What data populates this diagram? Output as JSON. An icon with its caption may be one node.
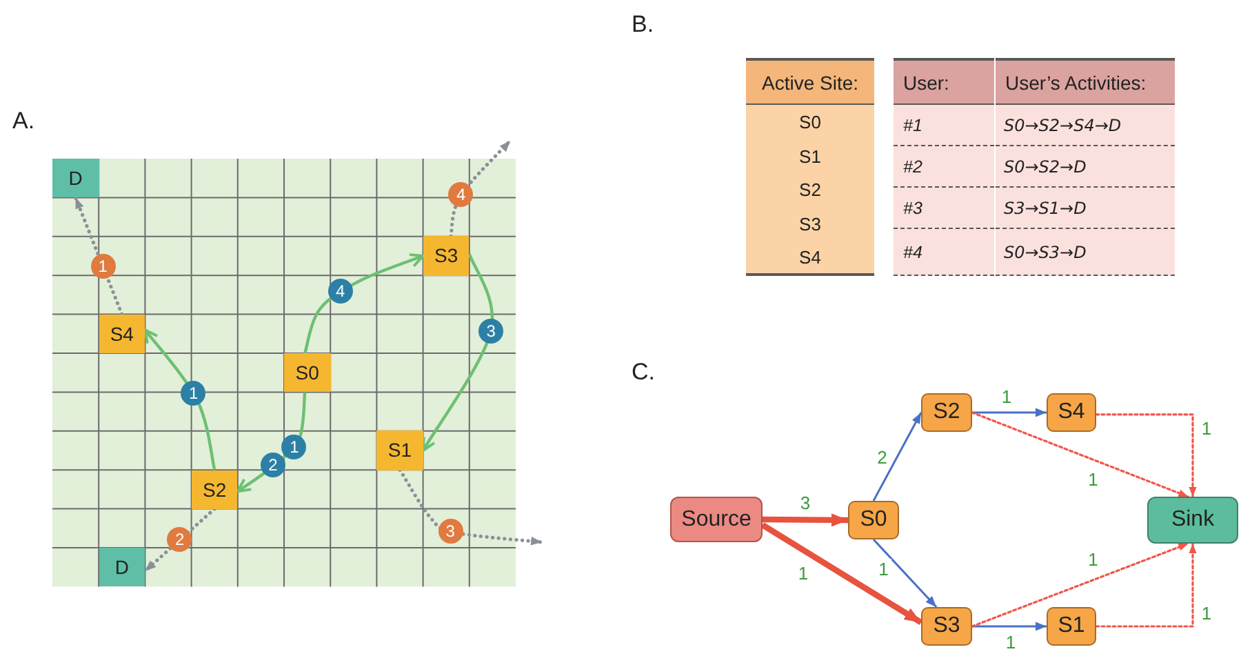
{
  "diagram": {
    "nodes": [
      {
        "text": [
          "D"
        ]
      },
      {
        "text": [
          "S3"
        ]
      },
      {
        "text": [
          "S4"
        ]
      },
      {
        "text": [
          "S0"
        ]
      },
      {
        "text": [
          "S1"
        ]
      },
      {
        "text": [
          "S2"
        ]
      },
      {
        "text": [
          "D"
        ]
      },
      {
        "text": [
          "S2"
        ]
      },
      {
        "text": [
          "S4"
        ]
      },
      {
        "text": [
          "Source"
        ]
      },
      {
        "text": [
          "S0"
        ]
      },
      {
        "text": [
          "Sink"
        ]
      },
      {
        "text": [
          "S3"
        ]
      },
      {
        "text": [
          "S1"
        ]
      }
    ],
    "edges": [
      {
        "from": 5,
        "to": 2,
        "arrow": "to",
        "label": "1",
        "color": "#6cc072"
      },
      {
        "from": 3,
        "to": 5,
        "arrow": "to",
        "label": "1",
        "color": "#6cc072"
      },
      {
        "from": 3,
        "to": 1,
        "arrow": "to",
        "label": "4",
        "color": "#6cc072"
      },
      {
        "from": 1,
        "to": 4,
        "arrow": "to",
        "label": "3",
        "color": "#6cc072"
      },
      {
        "from": 2,
        "to": 0,
        "arrow": "to",
        "label": "1",
        "style": "dashed",
        "color": "#8b9097"
      },
      {
        "from": 5,
        "to": 6,
        "arrow": "to",
        "label": "2",
        "style": "dashed",
        "color": "#8b9097"
      },
      {
        "from": 1,
        "to": null,
        "arrow": "to",
        "label": "4",
        "style": "dashed",
        "color": "#8b9097"
      },
      {
        "from": 4,
        "to": null,
        "arrow": "to",
        "label": "3",
        "style": "dashed",
        "color": "#8b9097"
      },
      {
        "from": 9,
        "to": 10,
        "arrow": "to",
        "label": "3",
        "style": "thick",
        "color": "#e8533e"
      },
      {
        "from": 9,
        "to": 12,
        "arrow": "to",
        "label": "1",
        "style": "thick",
        "color": "#e8533e"
      },
      {
        "from": 10,
        "to": 7,
        "arrow": "to",
        "label": "2",
        "color": "#4a70c6"
      },
      {
        "from": 10,
        "to": 12,
        "arrow": "to",
        "label": "1",
        "color": "#4a70c6"
      },
      {
        "from": 7,
        "to": 8,
        "arrow": "to",
        "label": "1",
        "color": "#4a70c6"
      },
      {
        "from": 12,
        "to": 13,
        "arrow": "to",
        "label": "1",
        "color": "#4a70c6"
      },
      {
        "from": 7,
        "to": 11,
        "arrow": "to",
        "label": "1",
        "style": "dashed",
        "color": "#f0564c"
      },
      {
        "from": 8,
        "to": 11,
        "arrow": "to",
        "label": "1",
        "style": "dashed",
        "color": "#f0564c"
      },
      {
        "from": 12,
        "to": 11,
        "arrow": "to",
        "label": "1",
        "style": "dashed",
        "color": "#f0564c"
      },
      {
        "from": 13,
        "to": 11,
        "arrow": "to",
        "label": "1",
        "style": "dashed",
        "color": "#f0564c"
      }
    ],
    "labels": [
      "A.",
      "2",
      "B.",
      "Active Site:",
      "S0",
      "S1",
      "S2",
      "S3",
      "S4",
      "User:",
      "User’s Activities:",
      "#1",
      "S0→S2→S4→D",
      "#2",
      "S0→S2→D",
      "#3",
      "S3→S1→D",
      "#4",
      "S0→S3→D",
      "C."
    ]
  }
}
